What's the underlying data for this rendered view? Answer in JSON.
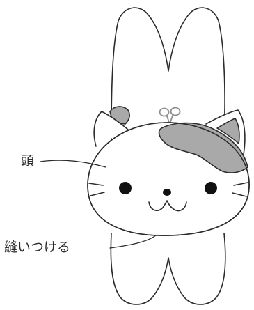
{
  "labels": {
    "head": "頭",
    "sew": "縫いつける"
  },
  "colors": {
    "stroke": "#2b2b2b",
    "patch_gray": "#a9a9a9",
    "inner_ear_gray": "#a9a9a9",
    "eye": "#111111",
    "background": "#ffffff"
  },
  "icons": [
    "cat-head",
    "bow-icon",
    "leg-loops"
  ]
}
